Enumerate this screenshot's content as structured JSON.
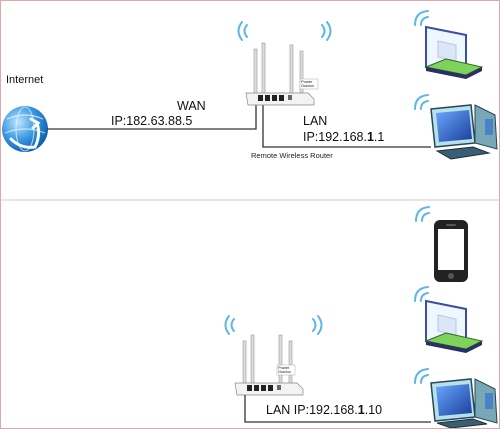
{
  "upper": {
    "internet_label": "Internet",
    "wan_label": "WAN",
    "wan_ip": "IP:182.63.88.5",
    "lan_label": "LAN",
    "lan_ip_prefix": "IP:192.168.",
    "lan_ip_bold": "1",
    "lan_ip_suffix": ".1",
    "router_caption": "Remote Wireless Router",
    "router_tag": "Power Guidoo"
  },
  "lower": {
    "lan_ip_prefix": "LAN IP:192.168.",
    "lan_ip_bold": "1",
    "lan_ip_suffix": ".10",
    "router_tag": "Power Guidoo"
  },
  "colors": {
    "wire": "#333333",
    "globe": "#2f8fdc",
    "wifi": "#5bb7e8",
    "laptop_screen": "#3b4fa0",
    "desktop_screen": "#2a6bd0",
    "desktop_body": "#b6e0ea",
    "phone_body": "#222222"
  },
  "icons": [
    "globe-icon",
    "router-icon",
    "laptop-icon",
    "desktop-icon",
    "phone-icon",
    "wifi-icon"
  ]
}
